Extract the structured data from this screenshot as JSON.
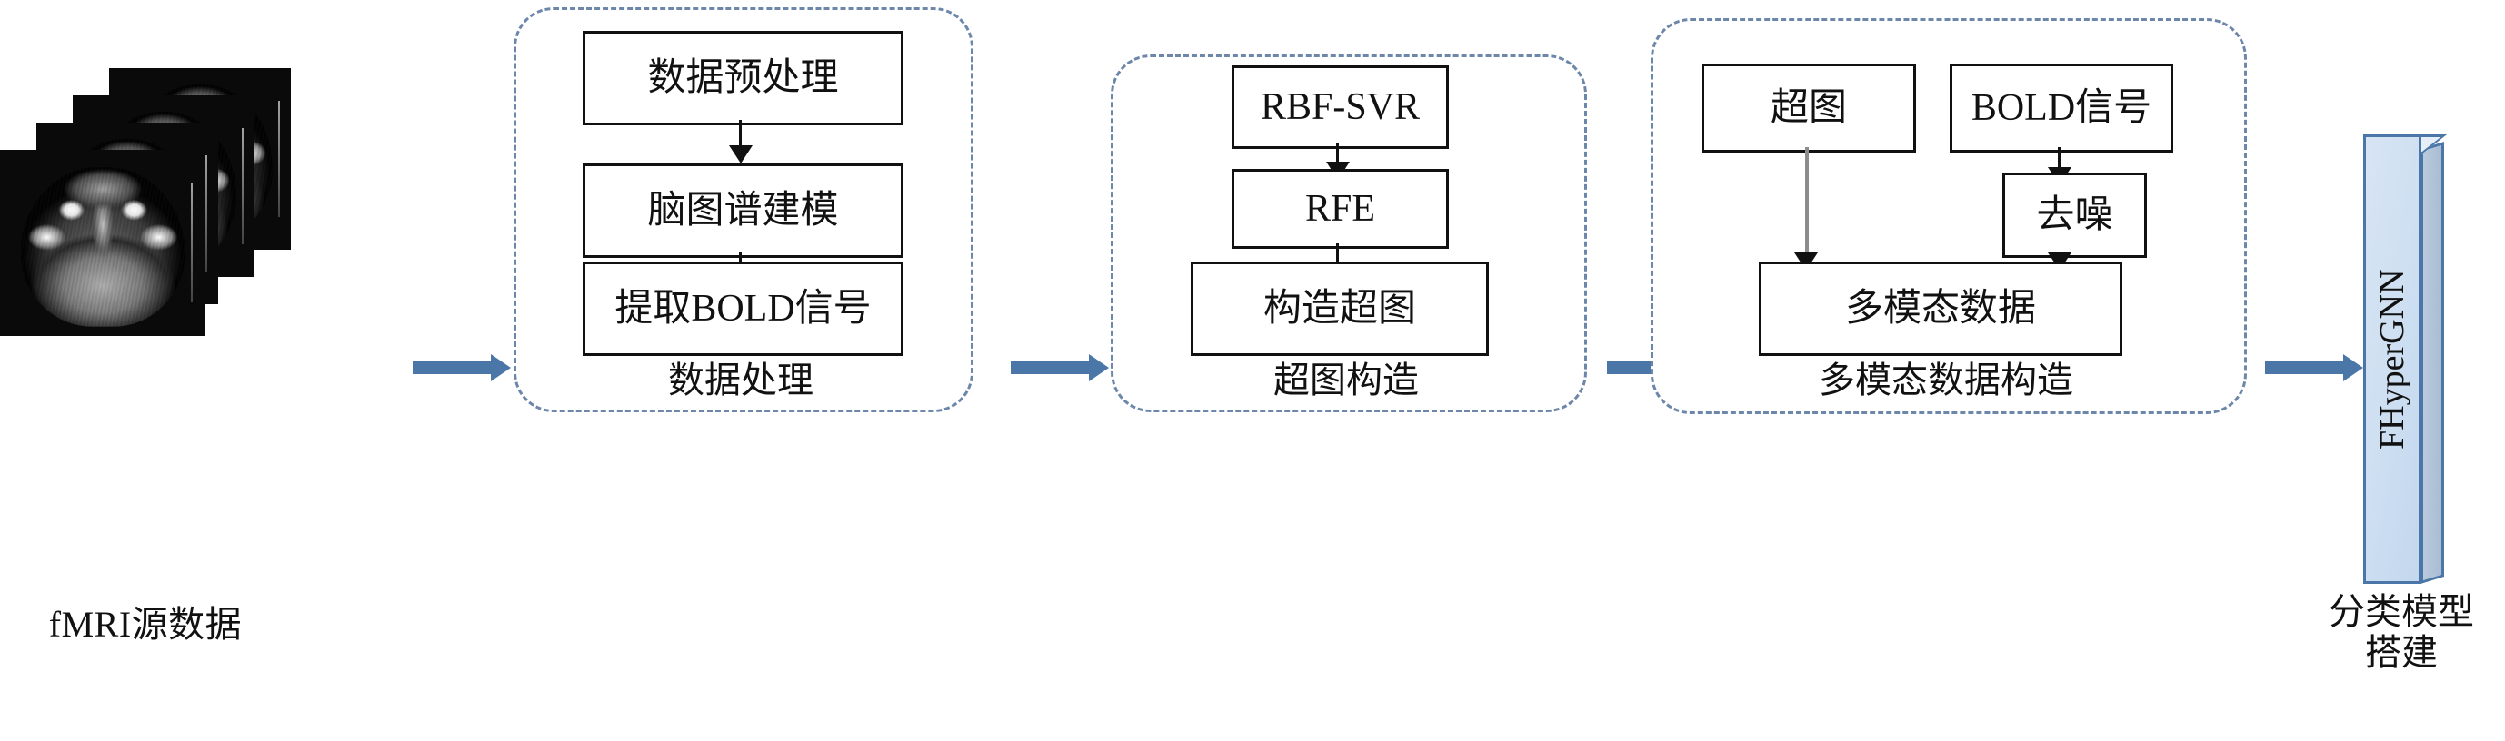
{
  "figure": {
    "type": "flowchart",
    "orientation": "left-to-right",
    "stages": 5
  },
  "source": {
    "label": "fMRI源数据",
    "image_name": "brain-mri-slice-stack",
    "slice_count": 4
  },
  "groups": [
    {
      "id": "data-processing",
      "label": "数据处理",
      "boxes": [
        {
          "id": "preprocess",
          "label": "数据预处理"
        },
        {
          "id": "atlas-model",
          "label": "脑图谱建模"
        },
        {
          "id": "extract-bold",
          "label": "提取BOLD信号"
        }
      ]
    },
    {
      "id": "hypergraph-construction",
      "label": "超图构造",
      "boxes": [
        {
          "id": "rbf-svr",
          "label": "RBF-SVR"
        },
        {
          "id": "rfe",
          "label": "RFE"
        },
        {
          "id": "build-hypergraph",
          "label": "构造超图"
        }
      ]
    },
    {
      "id": "multimodal-construction",
      "label": "多模态数据构造",
      "boxes": [
        {
          "id": "hypergraph",
          "label": "超图"
        },
        {
          "id": "bold-signal",
          "label": "BOLD信号"
        },
        {
          "id": "denoise",
          "label": "去噪"
        },
        {
          "id": "multimodal-data",
          "label": "多模态数据"
        }
      ]
    }
  ],
  "model": {
    "label": "FHyperGNN",
    "caption_line1": "分类模型",
    "caption_line2": "搭建"
  },
  "colors": {
    "stage_arrow": "#4a76a8",
    "group_border": "#6d87ab",
    "box_border": "#111111",
    "model_fill": "#d7e4f3",
    "model_side": "#b9cadd",
    "gray_connector": "#8c8c8c",
    "background": "#ffffff"
  },
  "connections": [
    {
      "from": "fmri-source",
      "to": "data-processing",
      "style": "blue-arrow"
    },
    {
      "from": "preprocess",
      "to": "atlas-model",
      "style": "black-arrow"
    },
    {
      "from": "atlas-model",
      "to": "extract-bold",
      "style": "black-arrow"
    },
    {
      "from": "data-processing",
      "to": "hypergraph-construction",
      "style": "blue-arrow"
    },
    {
      "from": "rbf-svr",
      "to": "rfe",
      "style": "black-arrow"
    },
    {
      "from": "rfe",
      "to": "build-hypergraph",
      "style": "black-arrow"
    },
    {
      "from": "hypergraph-construction",
      "to": "multimodal-construction",
      "style": "blue-arrow"
    },
    {
      "from": "hypergraph",
      "to": "multimodal-data",
      "style": "gray-arrow"
    },
    {
      "from": "bold-signal",
      "to": "denoise",
      "style": "black-arrow"
    },
    {
      "from": "denoise",
      "to": "multimodal-data",
      "style": "black-arrow"
    },
    {
      "from": "multimodal-construction",
      "to": "model",
      "style": "blue-arrow"
    }
  ]
}
